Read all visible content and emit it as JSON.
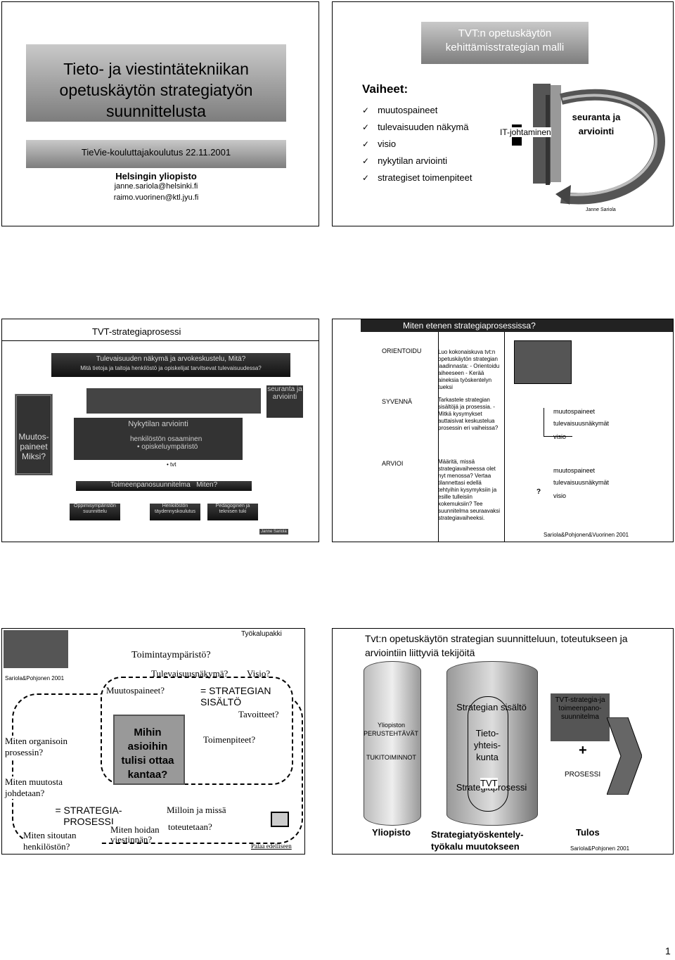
{
  "slide1": {
    "title": "Tieto- ja viestintätekniikan opetuskäytön strategiatyön suunnittelusta",
    "course": "TieVie-kouluttajakoulutus 22.11.2001",
    "org": "Helsingin yliopisto",
    "email1": "janne.sariola@helsinki.fi",
    "email2": "raimo.vuorinen@ktl.jyu.fi"
  },
  "slide2": {
    "title": "TVT:n opetuskäytön kehittämisstrategian malli",
    "phases_label": "Vaiheet:",
    "phases": [
      "muutospaineet",
      "tulevaisuuden näkymä",
      "visio",
      "nykytilan arviointi",
      "strategiset toimenpiteet"
    ],
    "it_label": "IT-johtaminen",
    "seuranta": "seuranta ja arviointi",
    "author": "Janne Sariola"
  },
  "slide3": {
    "title": "TVT-strategiaprosessi",
    "tulevaisuus": "Tulevaisuuden näkymä ja arvokeskustelu, Mitä?",
    "mita": "Mitä tietoja ja taitoja henkilöstö ja opiskelijat tarvitsevat tulevaisuudessa?",
    "seuranta": "seuranta ja arviointi",
    "muutos": "Muutos-paineet Miksi?",
    "nykytila": "Nykytilan arviointi",
    "henkilosto": "henkilöstön osaaminen",
    "opiskelu": "• opiskeluympäristö",
    "tvt": "• tvt",
    "toimenpide": "Toimeenpanosuunnitelma",
    "miten": "Miten?",
    "box1": "Oppimisympäristön suunnittelu",
    "box2": "Henkilöstön täydennyskoulutus",
    "box3": "Pedagoginen ja teknisen tuki",
    "author": "Janne Sariola"
  },
  "slide4": {
    "title": "Miten etenen strategiaprosessissa?",
    "steps": [
      {
        "label": "ORIENTOIDU",
        "text": "Luo kokonaiskuva tvt:n opetuskäytön strategian laadinnasta: - Orientoidu aiheeseen - Kerää aineksia työskentelyn tueksi"
      },
      {
        "label": "SYVENNÄ",
        "text": "Tarkastele strategian sisältöjä ja prosessia. - Mitkä kysymykset auttaisivat keskustelua prosessin eri vaiheissa?"
      },
      {
        "label": "ARVIOI",
        "text": "Määritä, missä strategiavaiheessa olet nyt menossa? Vertaa tilannettasi edellä tehtyihin kysymyksiin ja esille tulleisiin kokemuksiin? Tee suunnitelma seuraavaksi strategiavaiheeksi."
      }
    ],
    "mini1": [
      "muutospaineet",
      "tulevaisuusnäkymät",
      "visio"
    ],
    "mini2": [
      "muutospaineet",
      "tulevaisuusnäkymät",
      "visio"
    ],
    "q": "?",
    "credit": "Sariola&Pohjonen&Vuorinen 2001"
  },
  "slide5": {
    "toolbox": "Työkalupakki",
    "credit": "Sariola&Pohjonen 2001",
    "toimintaymparisto": "Toimintaympäristö?",
    "tulevaisuus": "Tulevaisuusnäkymä?",
    "visio": "Visio?",
    "muutospaineet": "Muutospaineet?",
    "sisalto": "= STRATEGIAN SISÄLTÖ",
    "tavoitteet": "Tavoitteet?",
    "mihin": "Mihin asioihin tulisi ottaa kantaa?",
    "toimenpiteet": "Toimenpiteet?",
    "organisoin": "Miten organisoin prosessin?",
    "muutosta": "Miten muutosta johdetaan?",
    "prosessi": "= STRATEGIA-PROSESSI",
    "milloin": "Milloin ja missä",
    "toteutetaan": "toteutetaan?",
    "hoidan": "Miten hoidan",
    "viestinnan": "viestinnän?",
    "sitoutan": "Miten sitoutan henkilöstön?",
    "palaa": "Palaa edelliseen"
  },
  "slide6": {
    "title": "Tvt:n opetuskäytön strategian suunnitteluun, toteutukseen ja arviointiin liittyviä tekijöitä",
    "yliopisto_small": "Yliopiston",
    "perustehtavat": "PERUSTEHTÄVÄT",
    "tukitoiminnot": "TUKITOIMINNOT",
    "strategian_sisalto": "Strategian sisältö",
    "tieto": "Tieto-yhteis-kunta",
    "strategiaprosessi": "Strategiaprosessi",
    "tvt": "TVT",
    "tvt_strategia": "TVT-strategia-ja toimeenpano-suunnitelma",
    "plus": "+",
    "prosessi": "PROSESSI",
    "yliopisto": "Yliopisto",
    "tyokalu": "Strategiatyöskentely-työkalu muutokseen",
    "tulos": "Tulos",
    "credit": "Sariola&Pohjonen 2001"
  },
  "page_number": "1"
}
